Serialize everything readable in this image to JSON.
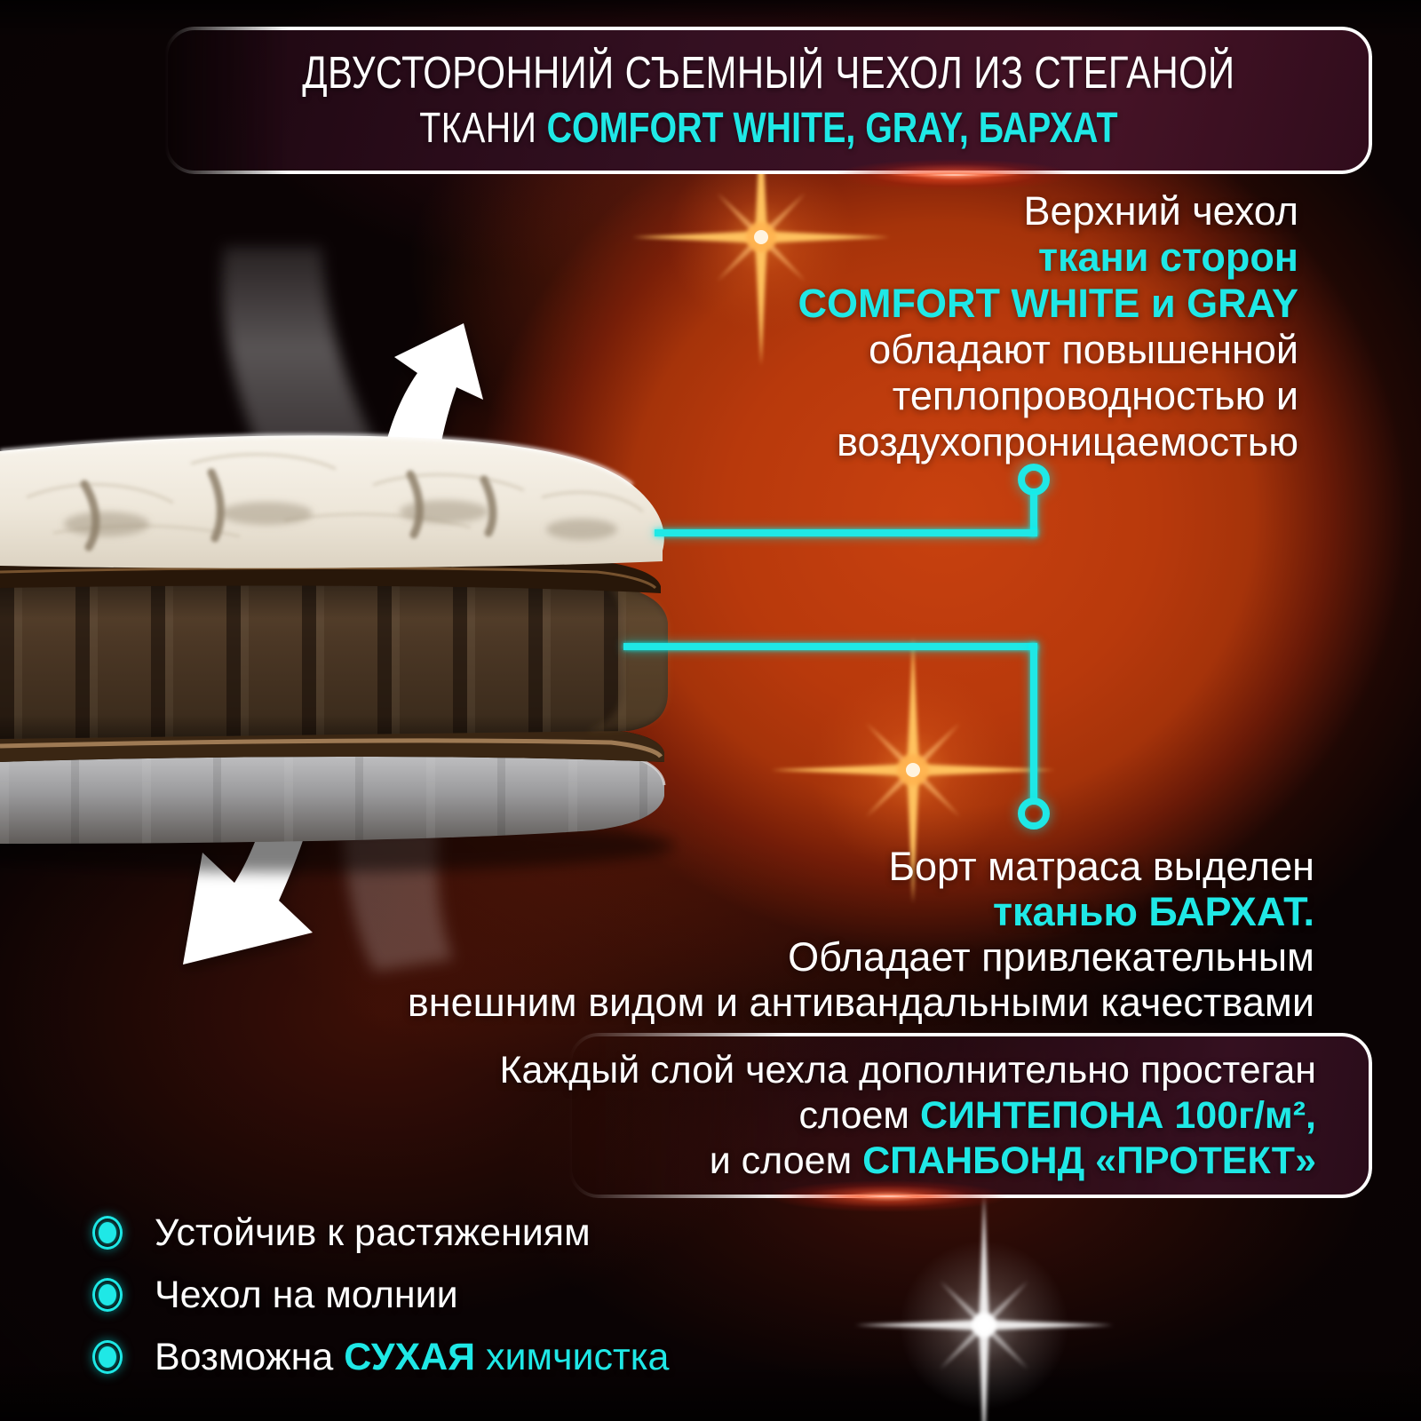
{
  "colors": {
    "cyan": "#1FE8E6",
    "bg_red": "#B23609",
    "box_maroon": "#3A0F1F",
    "fabric_brown": "#4A3626",
    "fabric_gray": "#9B9B9D",
    "white": "#FFFFFF"
  },
  "header": {
    "line1": [
      {
        "t": "ДВУСТОРОННИЙ СЪЕМНЫЙ ЧЕХОЛ ИЗ СТЕГАНОЙ",
        "c": "w"
      }
    ],
    "line2": [
      {
        "t": "ТКАНИ ",
        "c": "w"
      },
      {
        "t": "COMFORT WHITE, GRAY, БАРХАТ",
        "c": "cb"
      }
    ]
  },
  "callout_top": {
    "lines": [
      [
        {
          "t": "Верхний чехол",
          "c": "w"
        }
      ],
      [
        {
          "t": "ткани сторон",
          "c": "cb"
        }
      ],
      [
        {
          "t": "COMFORT WHITE и GRAY",
          "c": "cb"
        }
      ],
      [
        {
          "t": "обладают повышенной",
          "c": "w"
        }
      ],
      [
        {
          "t": "теплопроводностью и",
          "c": "w"
        }
      ],
      [
        {
          "t": "воздухопроницаемостью",
          "c": "w"
        }
      ]
    ]
  },
  "callout_side": {
    "lines": [
      [
        {
          "t": "Борт матраса выделен",
          "c": "w"
        }
      ],
      [
        {
          "t": "тканью БАРХАТ.",
          "c": "cb"
        }
      ],
      [
        {
          "t": "Обладает привлекательным",
          "c": "w"
        }
      ],
      [
        {
          "t": "внешним видом и антивандальными качествами",
          "c": "w"
        }
      ]
    ]
  },
  "quilt_note": {
    "lines": [
      [
        {
          "t": "Каждый слой чехла дополнительно простеган",
          "c": "w"
        }
      ],
      [
        {
          "t": "слоем ",
          "c": "w"
        },
        {
          "t": "СИНТЕПОНА 100г/м²,",
          "c": "cb"
        }
      ],
      [
        {
          "t": "и слоем ",
          "c": "w"
        },
        {
          "t": "СПАНБОНД «ПРОТЕКТ»",
          "c": "cb"
        }
      ]
    ]
  },
  "features": {
    "lines": [
      [
        {
          "t": "Устойчив к растяжениям",
          "c": "w"
        }
      ],
      [
        {
          "t": "Чехол на молнии",
          "c": "w"
        }
      ],
      [
        {
          "t": "Возможна ",
          "c": "w"
        },
        {
          "t": "СУХАЯ",
          "c": "cb"
        },
        {
          "t": " химчистка",
          "c": "c"
        }
      ]
    ]
  },
  "icons": {
    "feature_bullet": "cyan-ring-with-dot",
    "callout_marker": "cyan-ring",
    "arrow_up": "white-curved-arrow-up",
    "arrow_down": "white-curved-arrow-down",
    "sparkle_orange": "orange-lens-flare-star",
    "sparkle_white": "white-lens-flare-star",
    "flare_red": "red-lens-flare"
  }
}
